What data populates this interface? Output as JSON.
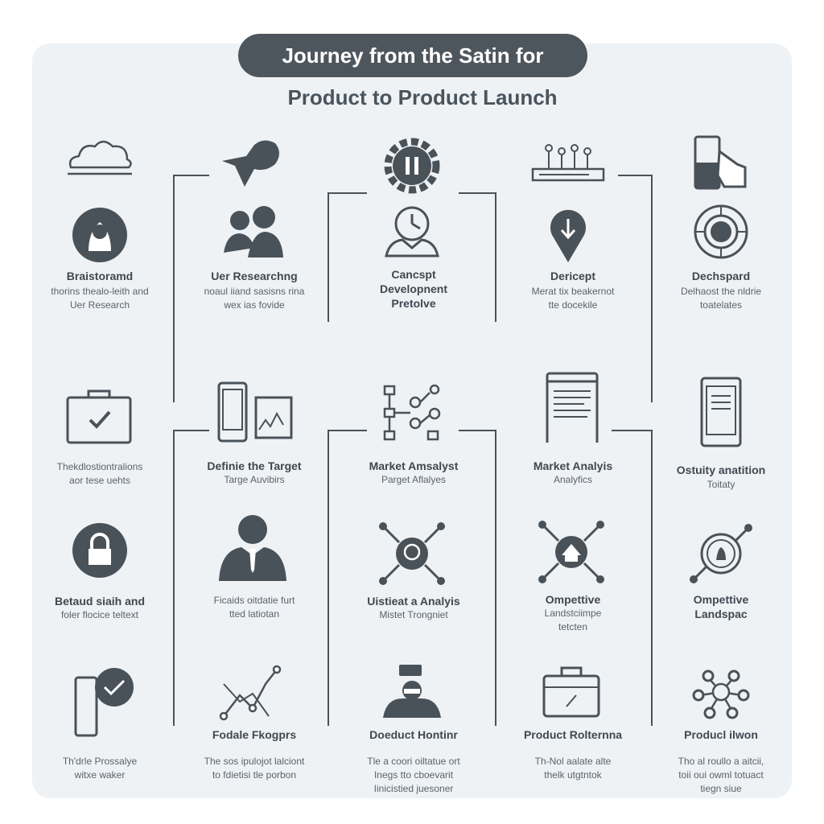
{
  "header": {
    "title_line1": "Journey from the Satin for",
    "title_line2": "Product to Product Launch"
  },
  "cells": {
    "r1c1": {
      "label": "Braistoramd",
      "sub1": "thorins thealo-leith and",
      "sub2": "Uer Research",
      "icon": "person-circle-icon",
      "top_icon": "cloud-icon"
    },
    "r1c2": {
      "label": "Uer Researchng",
      "sub1": "noaul iiand sasisns rina",
      "sub2": "wex ias fovide",
      "icon": "user-group-icon",
      "top_icon": "rocket-icon"
    },
    "r1c3": {
      "label1": "Cancspt",
      "label2": "Developnent",
      "label3": "Pretolve",
      "icon": "businessman-clock-icon",
      "top_icon": "gear-pause-icon"
    },
    "r1c4": {
      "label": "Dericept",
      "sub1": "Merat tix beakernot",
      "sub2": "tte docekile",
      "icon": "location-pin-icon",
      "top_icon": "circuit-board-icon"
    },
    "r1c5": {
      "label": "Dechspard",
      "sub1": "Delhaost the nldrie",
      "sub2": "toatelates",
      "icon": "target-circle-icon",
      "top_icon": "tablet-hand-icon"
    },
    "r2c1": {
      "label": "",
      "sub1": "Thekdlostiontralions",
      "sub2": "aor tese uehts",
      "icon": "briefcase-check-icon"
    },
    "r2c2": {
      "label": "Definie the Target",
      "sub1": "Targe Auvibirs",
      "icon": "phone-chart-icon"
    },
    "r2c3": {
      "label": "Market Amsalyst",
      "sub1": "Parget Aflalyes",
      "icon": "flowchart-icon"
    },
    "r2c4": {
      "label": "Market Analyis",
      "sub1": "Analyfics",
      "icon": "document-window-icon"
    },
    "r2c5": {
      "label": "Ostuity anatition",
      "sub1": "Toitaty",
      "icon": "tablet-list-icon"
    },
    "r3c1": {
      "label": "Betaud siaih and",
      "sub1": "foler flocice teltext",
      "icon": "lock-icon"
    },
    "r3c2": {
      "label": "",
      "sub1": "Ficaids oitdatie furt",
      "sub2": "tted latiotan",
      "icon": "businessman-icon"
    },
    "r3c3": {
      "label": "Uistieat a Analyis",
      "sub1": "Mistet Trongniet",
      "icon": "target-arrows-icon"
    },
    "r3c4": {
      "label": "Ompettive",
      "sub1": "Landstciimpe",
      "sub2": "tetcten",
      "icon": "home-arrows-icon"
    },
    "r3c5": {
      "label1": "Ompettive",
      "label2": "Landspac",
      "icon": "compass-icon"
    },
    "r4c1": {
      "sub1": "Th'drle Prossalye",
      "sub2": "witxe waker",
      "icon": "phone-check-icon"
    },
    "r4c2": {
      "label": "Fodale Fkogprs",
      "sub1": "The sos ipulojot lalciont",
      "sub2": "to fdietisi tle porbon",
      "icon": "line-chart-icon"
    },
    "r4c3": {
      "label": "Doeduct Hontinr",
      "sub1": "Tle a coori oiltatue ort",
      "sub2": "Inegs tto cboevarit",
      "sub3": "Iinicistied juesoner",
      "icon": "chat-person-icon"
    },
    "r4c4": {
      "label": "Product Rolternna",
      "sub1": "Th-Nol aalate alte",
      "sub2": "thelk utgtntok",
      "icon": "toolbox-icon"
    },
    "r4c5": {
      "label": "Producl ilwon",
      "sub1": "Tho al roullo a aitcii,",
      "sub2": "toii oui owml totuact",
      "sub3": "tiegn siue",
      "icon": "network-nodes-icon"
    }
  },
  "colors": {
    "dark": "#4a5259",
    "panel": "#eef2f5",
    "pill": "#4d555d"
  }
}
